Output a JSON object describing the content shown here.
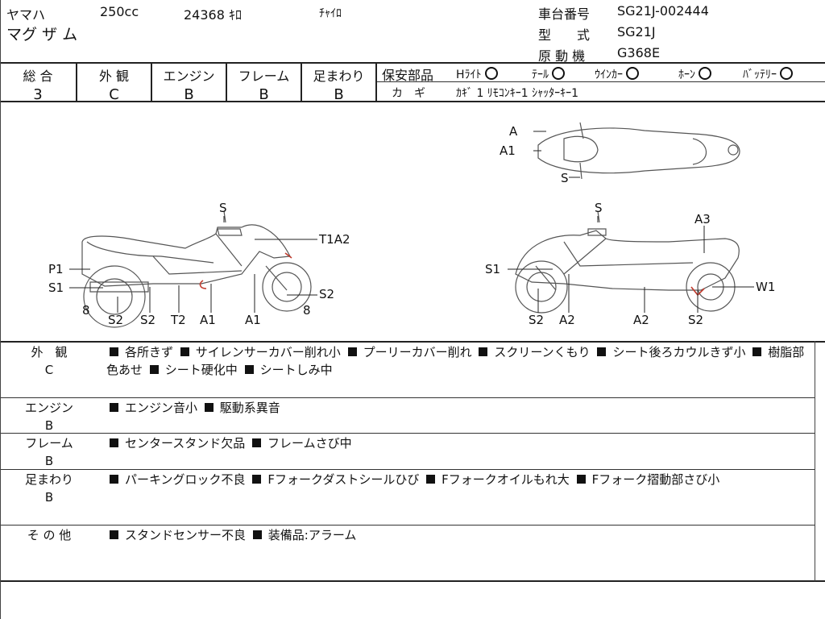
{
  "header": {
    "maker": "ヤマハ",
    "displacement": "250cc",
    "mileage": "24368 ｷﾛ",
    "color": "ﾁｬｲﾛ",
    "model_name": "マグ ザ ム",
    "frame_number_label": "車台番号",
    "frame_number": "SG21J-002444",
    "model_type_label": "型　　式",
    "model_type": "SG21J",
    "engine_label": "原 動 機",
    "engine_code": "G368E"
  },
  "grades": [
    {
      "label": "総 合",
      "value": "3"
    },
    {
      "label": "外 観",
      "value": "C"
    },
    {
      "label": "エンジン",
      "value": "B"
    },
    {
      "label": "フレーム",
      "value": "B"
    },
    {
      "label": "足まわり",
      "value": "B"
    }
  ],
  "safety": {
    "label": "保安部品",
    "items": [
      "Hﾗｲﾄ",
      "ﾃｰﾙ",
      "ｳｲﾝｶｰ",
      "ﾎｰﾝ",
      "ﾊﾞｯﾃﾘｰ"
    ],
    "key_label": "カ　ギ",
    "key_text": "ｶｷﾞ 1  ﾘﾓｺﾝｷｰ1  ｼｬｯﾀｰｷｰ1"
  },
  "diagram": {
    "top": [
      "A",
      "A1",
      "S"
    ],
    "left": [
      "S",
      "T1A2",
      "P1",
      "S1",
      "S2",
      "8",
      "S2",
      "S2",
      "T2",
      "A1",
      "A1",
      "8"
    ],
    "right": [
      "S",
      "A3",
      "S1",
      "W1",
      "S2",
      "A2",
      "A2",
      "S2"
    ]
  },
  "sections": [
    {
      "title": "外　観",
      "grade": "C",
      "items": [
        "各所きず",
        "サイレンサーカバー削れ小",
        "プーリーカバー削れ",
        "スクリーンくもり",
        "シート後ろカウルきず小",
        "樹脂部色あせ",
        "シート硬化中",
        "シートしみ中"
      ]
    },
    {
      "title": "エンジン",
      "grade": "B",
      "items": [
        "エンジン音小",
        "駆動系異音"
      ]
    },
    {
      "title": "フレーム",
      "grade": "B",
      "items": [
        "センタースタンド欠品",
        "フレームさび中"
      ]
    },
    {
      "title": "足まわり",
      "grade": "B",
      "items": [
        "パーキングロック不良",
        "Fフォークダストシールひび",
        "Fフォークオイルもれ大",
        "Fフォーク摺動部さび小"
      ]
    },
    {
      "title": "そ の 他",
      "grade": "",
      "items": [
        "スタンドセンサー不良",
        "装備品:アラーム"
      ]
    }
  ],
  "colors": {
    "line": "#222222",
    "damage_mark": "#c0392b"
  }
}
